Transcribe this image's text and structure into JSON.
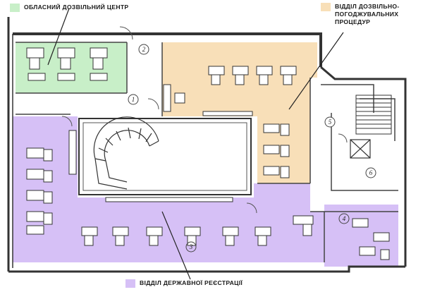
{
  "colors": {
    "green": "#c8efc8",
    "orange": "#f8dfb8",
    "purple": "#d6c0f6",
    "walls": "#333333",
    "paper": "#ffffff"
  },
  "legend": {
    "regional": {
      "text": "ОБЛАСНИЙ ДОЗВІЛЬНИЙ ЦЕНТР",
      "color": "#c8efc8"
    },
    "permits": {
      "line1": "ВІДДІЛ ДОЗВІЛЬНО-",
      "line2": "ПОГОДЖУВАЛЬНИХ ПРОЦЕДУР",
      "color": "#f8dfb8"
    },
    "registry": {
      "text": "ВІДДІЛ ДЕРЖАВНОЇ РЕЄСТРАЦІЇ",
      "color": "#d6c0f6"
    }
  },
  "rooms": [
    "1",
    "2",
    "3",
    "4",
    "5",
    "6"
  ]
}
